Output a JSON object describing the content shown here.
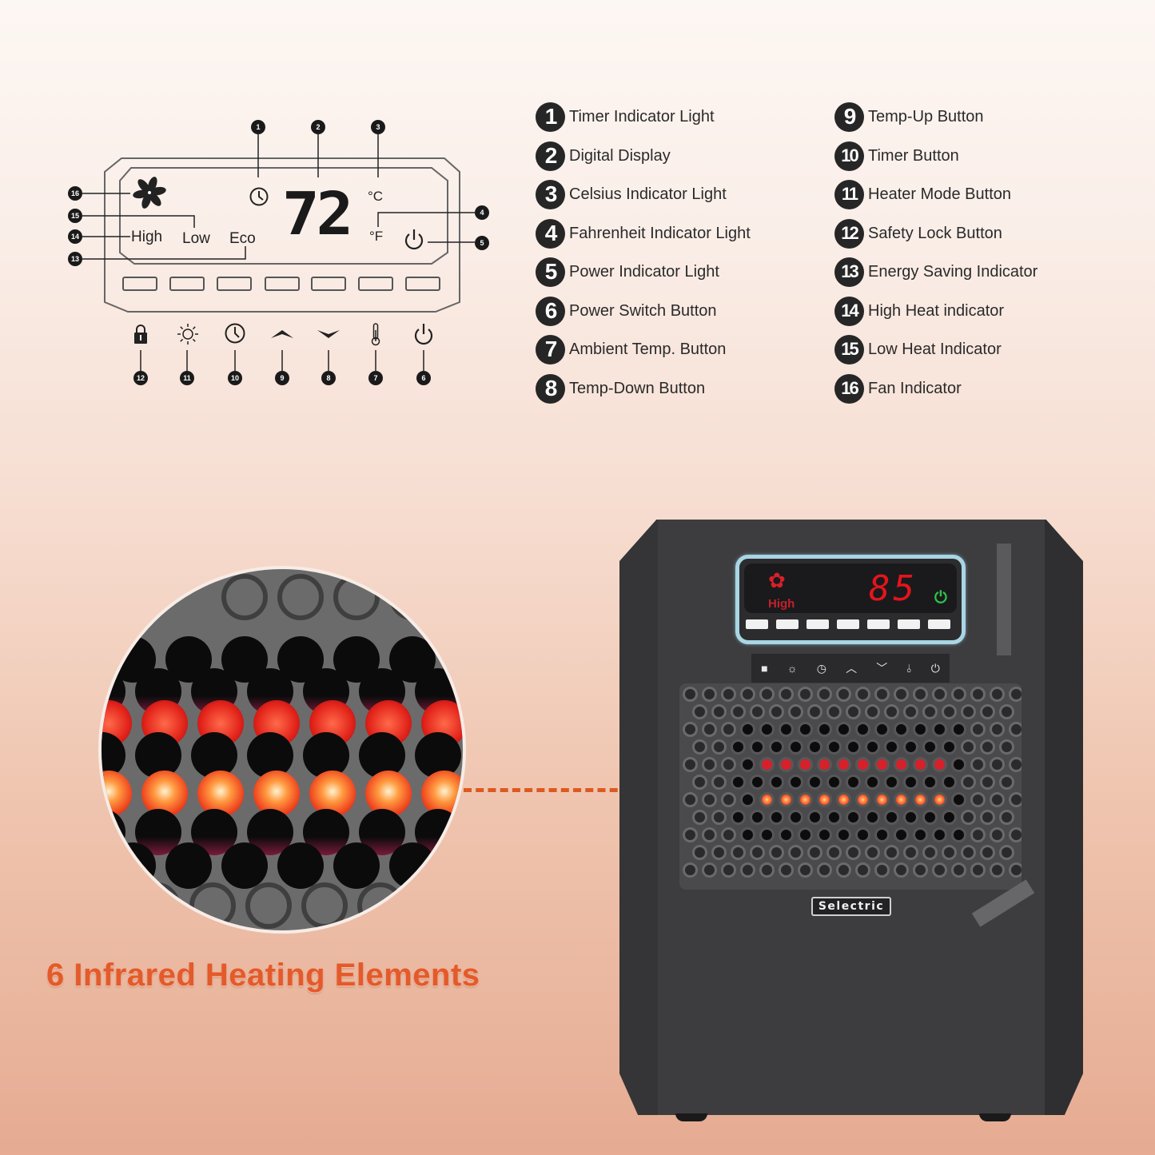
{
  "diagram": {
    "display_value": "72",
    "celsius_label": "°C",
    "fahrenheit_label": "°F",
    "mode_labels": {
      "high": "High",
      "low": "Low",
      "eco": "Eco"
    },
    "callouts": [
      "1",
      "2",
      "3",
      "4",
      "5",
      "6",
      "7",
      "8",
      "9",
      "10",
      "11",
      "12",
      "13",
      "14",
      "15",
      "16"
    ],
    "button_icons": [
      "lock-icon",
      "sun-icon",
      "clock-icon",
      "chevron-up-icon",
      "chevron-down-icon",
      "thermometer-icon",
      "power-icon"
    ]
  },
  "legend": {
    "left": [
      {
        "num": "1",
        "label": "Timer Indicator Light"
      },
      {
        "num": "2",
        "label": "Digital Display"
      },
      {
        "num": "3",
        "label": "Celsius Indicator Light"
      },
      {
        "num": "4",
        "label": "Fahrenheit Indicator Light"
      },
      {
        "num": "5",
        "label": "Power Indicator Light"
      },
      {
        "num": "6",
        "label": "Power Switch Button"
      },
      {
        "num": "7",
        "label": "Ambient Temp. Button"
      },
      {
        "num": "8",
        "label": "Temp-Down Button"
      }
    ],
    "right": [
      {
        "num": "9",
        "label": "Temp-Up Button"
      },
      {
        "num": "10",
        "label": "Timer Button"
      },
      {
        "num": "11",
        "label": "Heater Mode Button"
      },
      {
        "num": "12",
        "label": "Safety Lock Button"
      },
      {
        "num": "13",
        "label": "Energy Saving Indicator"
      },
      {
        "num": "14",
        "label": "High Heat indicator"
      },
      {
        "num": "15",
        "label": "Low Heat Indicator"
      },
      {
        "num": "16",
        "label": "Fan Indicator"
      }
    ]
  },
  "headline": "6 Infrared Heating Elements",
  "heater": {
    "display_value": "85",
    "mode": "High",
    "brand": "Selectric",
    "colors": {
      "body": "#3d3d3f",
      "lcd_frame": "#a9d5e4",
      "digits": "#e4141c",
      "power": "#2ec44a"
    }
  },
  "colors": {
    "headline": "#e45a2a",
    "dashed_line": "#dc5a20"
  }
}
